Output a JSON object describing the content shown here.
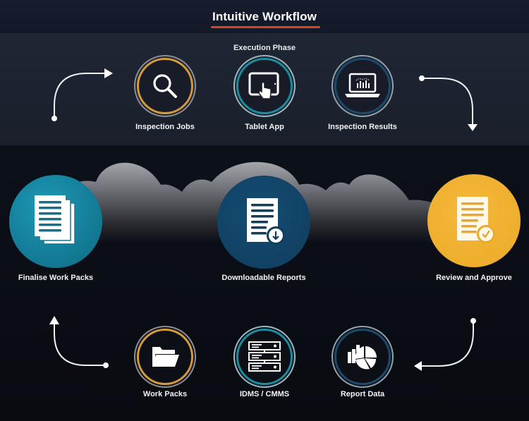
{
  "header": {
    "title": "Intuitive Workflow",
    "underline_color": "#d9471f"
  },
  "execution_phase": {
    "label": "Execution Phase",
    "nodes": [
      {
        "id": "inspection-jobs",
        "label": "Inspection Jobs",
        "icon": "magnifier-icon",
        "ring_color": "#d49a3c"
      },
      {
        "id": "tablet-app",
        "label": "Tablet App",
        "icon": "tablet-touch-icon",
        "ring_color": "#1c8c9e"
      },
      {
        "id": "inspection-results",
        "label": "Inspection Results",
        "icon": "laptop-chart-icon",
        "ring_color": "#1c4a6a"
      }
    ]
  },
  "cloud_stage": {
    "nodes": [
      {
        "id": "finalise-work-packs",
        "label": "Finalise Work Packs",
        "icon": "document-stack-icon",
        "fill_color": "#1a8aa6"
      },
      {
        "id": "downloadable-reports",
        "label": "Downloadable Reports",
        "icon": "document-download-icon",
        "fill_color": "#12456a"
      },
      {
        "id": "review-and-approve",
        "label": "Review and Approve",
        "icon": "document-check-icon",
        "fill_color": "#f2b330"
      }
    ]
  },
  "data_phase": {
    "nodes": [
      {
        "id": "work-packs",
        "label": "Work Packs",
        "icon": "folder-icon",
        "ring_color": "#d49a3c"
      },
      {
        "id": "idms-cmms",
        "label": "IDMS / CMMS",
        "icon": "server-stack-icon",
        "ring_color": "#1c8c9e"
      },
      {
        "id": "report-data",
        "label": "Report Data",
        "icon": "pie-bar-chart-icon",
        "ring_color": "#1c4a6a"
      }
    ]
  },
  "flow_arrows": [
    {
      "id": "arrow-top-left",
      "direction": "up-right"
    },
    {
      "id": "arrow-top-right",
      "direction": "right-down"
    },
    {
      "id": "arrow-bottom-right",
      "direction": "down-left"
    },
    {
      "id": "arrow-bottom-left",
      "direction": "left-up"
    }
  ]
}
